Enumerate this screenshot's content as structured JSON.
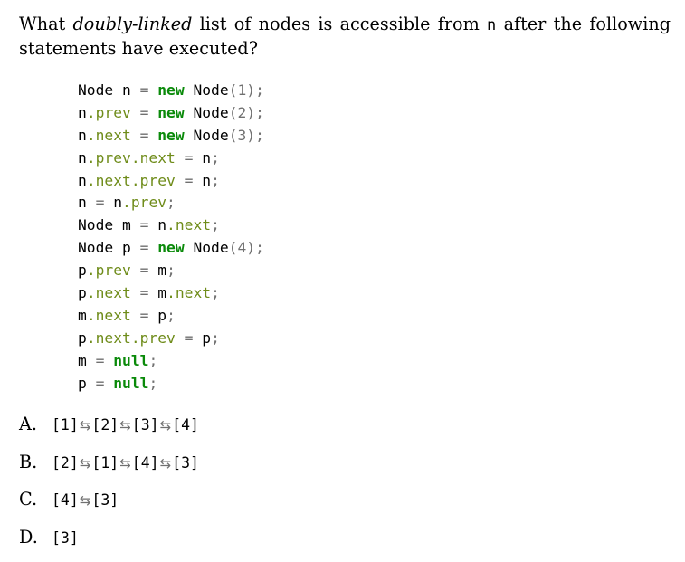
{
  "question": {
    "prefix": "What ",
    "emphasis": "doubly-linked",
    "middle": " list of nodes is accessible from ",
    "variable": "n",
    "suffix": " after the following statements have executed?"
  },
  "code_lines": [
    [
      [
        "id",
        "Node n "
      ],
      [
        "op",
        "= "
      ],
      [
        "kw",
        "new "
      ],
      [
        "id",
        "Node"
      ],
      [
        "num",
        "(1);"
      ]
    ],
    [
      [
        "id",
        "n"
      ],
      [
        "fld",
        ".prev "
      ],
      [
        "op",
        "= "
      ],
      [
        "kw",
        "new "
      ],
      [
        "id",
        "Node"
      ],
      [
        "num",
        "(2);"
      ]
    ],
    [
      [
        "id",
        "n"
      ],
      [
        "fld",
        ".next "
      ],
      [
        "op",
        "= "
      ],
      [
        "kw",
        "new "
      ],
      [
        "id",
        "Node"
      ],
      [
        "num",
        "(3);"
      ]
    ],
    [
      [
        "id",
        "n"
      ],
      [
        "fld",
        ".prev.next "
      ],
      [
        "op",
        "= "
      ],
      [
        "id",
        "n"
      ],
      [
        "num",
        ";"
      ]
    ],
    [
      [
        "id",
        "n"
      ],
      [
        "fld",
        ".next.prev "
      ],
      [
        "op",
        "= "
      ],
      [
        "id",
        "n"
      ],
      [
        "num",
        ";"
      ]
    ],
    [
      [
        "id",
        "n "
      ],
      [
        "op",
        "= "
      ],
      [
        "id",
        "n"
      ],
      [
        "fld",
        ".prev"
      ],
      [
        "num",
        ";"
      ]
    ],
    [
      [
        "id",
        "Node m "
      ],
      [
        "op",
        "= "
      ],
      [
        "id",
        "n"
      ],
      [
        "fld",
        ".next"
      ],
      [
        "num",
        ";"
      ]
    ],
    [
      [
        "id",
        "Node p "
      ],
      [
        "op",
        "= "
      ],
      [
        "kw",
        "new "
      ],
      [
        "id",
        "Node"
      ],
      [
        "num",
        "(4);"
      ]
    ],
    [
      [
        "id",
        "p"
      ],
      [
        "fld",
        ".prev "
      ],
      [
        "op",
        "= "
      ],
      [
        "id",
        "m"
      ],
      [
        "num",
        ";"
      ]
    ],
    [
      [
        "id",
        "p"
      ],
      [
        "fld",
        ".next "
      ],
      [
        "op",
        "= "
      ],
      [
        "id",
        "m"
      ],
      [
        "fld",
        ".next"
      ],
      [
        "num",
        ";"
      ]
    ],
    [
      [
        "id",
        "m"
      ],
      [
        "fld",
        ".next "
      ],
      [
        "op",
        "= "
      ],
      [
        "id",
        "p"
      ],
      [
        "num",
        ";"
      ]
    ],
    [
      [
        "id",
        "p"
      ],
      [
        "fld",
        ".next.prev "
      ],
      [
        "op",
        "= "
      ],
      [
        "id",
        "p"
      ],
      [
        "num",
        ";"
      ]
    ],
    [
      [
        "id",
        "m "
      ],
      [
        "op",
        "= "
      ],
      [
        "kw",
        "null"
      ],
      [
        "num",
        ";"
      ]
    ],
    [
      [
        "id",
        "p "
      ],
      [
        "op",
        "= "
      ],
      [
        "kw",
        "null"
      ],
      [
        "num",
        ";"
      ]
    ]
  ],
  "arrow_glyph": "⇆",
  "options": [
    {
      "letter": "A.",
      "nodes": [
        "[1]",
        "[2]",
        "[3]",
        "[4]"
      ]
    },
    {
      "letter": "B.",
      "nodes": [
        "[2]",
        "[1]",
        "[4]",
        "[3]"
      ]
    },
    {
      "letter": "C.",
      "nodes": [
        "[4]",
        "[3]"
      ]
    },
    {
      "letter": "D.",
      "nodes": [
        "[3]"
      ]
    }
  ],
  "colors": {
    "keyword": "#0a8a0a",
    "field": "#6f8c1a",
    "punctuation": "#707070",
    "text": "#000000"
  }
}
